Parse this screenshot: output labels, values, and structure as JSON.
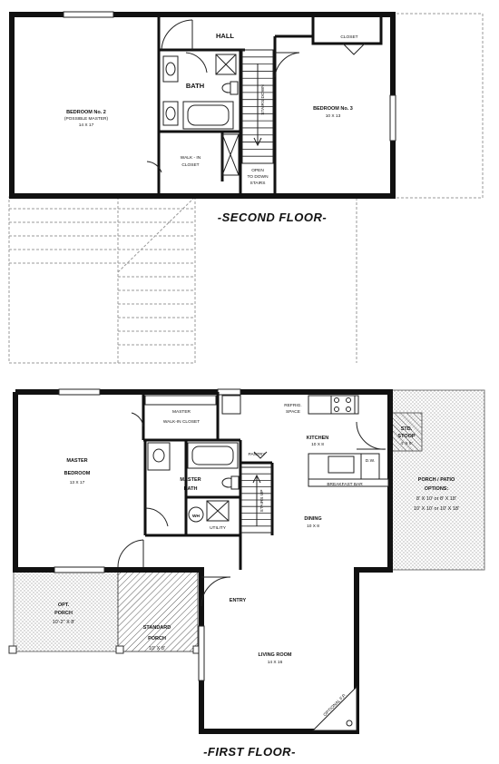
{
  "second_floor": {
    "title": "-SECOND FLOOR-",
    "rooms": {
      "hall": "HALL",
      "closet": "CLOSET",
      "bath": "BATH",
      "bedroom2_name": "BEDROOM No. 2",
      "bedroom2_note": "(POSSIBLE MASTER)",
      "bedroom2_size": "14 X 17",
      "bedroom3_name": "BEDROOM No. 3",
      "bedroom3_size": "10 X 13",
      "walkin_line1": "WALK - IN",
      "walkin_line2": "CLOSET",
      "open_line1": "OPEN",
      "open_line2": "TO DOWN",
      "open_line3": "STAIRS",
      "stairs_label": "STAIRS DOWN"
    }
  },
  "first_floor": {
    "title": "-FIRST FLOOR-",
    "rooms": {
      "master_closet_line1": "MASTER",
      "master_closet_line2": "WALK-IN CLOSET",
      "refrig_line1": "REFRIG.",
      "refrig_line2": "SPACE",
      "kitchen_name": "KITCHEN",
      "kitchen_size": "10 X 8",
      "std_stoop_line1": "STD.",
      "std_stoop_line2": "STOOP",
      "std_stoop_size": "4' X 6'",
      "pantry": "PANTRY",
      "master_bedroom_line1": "MASTER",
      "master_bedroom_line2": "BEDROOM",
      "master_bedroom_size": "13 X 17",
      "master_bath_line1": "MASTER",
      "master_bath_line2": "BATH",
      "dw": "D.W.",
      "breakfast_bar": "BREAKFAST BAR",
      "wh": "WH",
      "utility": "UTILITY",
      "stairs_label": "STAIRS UP",
      "dining_name": "DINING",
      "dining_size": "10 X 8",
      "porch_options_line1": "PORCH / PATIO",
      "porch_options_line2": "OPTIONS:",
      "porch_options_line3": "8' X 10' or 8' X 18'",
      "porch_options_line4": "10' X 10' or 10' X 18'",
      "opt_porch_line1": "OPT.",
      "opt_porch_line2": "PORCH",
      "opt_porch_size": "10'-2\" X 8'",
      "standard_porch_line1": "STANDARD",
      "standard_porch_line2": "PORCH",
      "standard_porch_size": "10' X 8'",
      "entry": "ENTRY",
      "living_name": "LIVING ROOM",
      "living_size": "14 X 16",
      "optional_fp": "OPTIONAL F.P."
    }
  },
  "colors": {
    "wall": "#111111",
    "dashed_outline": "#999999",
    "hatch": "#555555",
    "dots": "#888888"
  }
}
